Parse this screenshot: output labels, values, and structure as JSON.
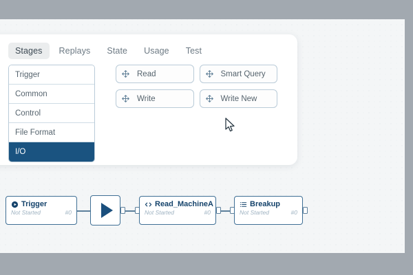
{
  "panel": {
    "tabs": [
      {
        "label": "Stages",
        "active": true
      },
      {
        "label": "Replays",
        "active": false
      },
      {
        "label": "State",
        "active": false
      },
      {
        "label": "Usage",
        "active": false
      },
      {
        "label": "Test",
        "active": false
      }
    ],
    "categories": [
      {
        "label": "Trigger",
        "selected": false
      },
      {
        "label": "Common",
        "selected": false
      },
      {
        "label": "Control",
        "selected": false
      },
      {
        "label": "File Format",
        "selected": false
      },
      {
        "label": "I/O",
        "selected": true
      }
    ],
    "stages": [
      {
        "label": "Read",
        "icon": "move-arrows-icon"
      },
      {
        "label": "Smart Query",
        "icon": "move-arrows-icon"
      },
      {
        "label": "Write",
        "icon": "move-arrows-icon"
      },
      {
        "label": "Write New",
        "icon": "move-arrows-icon"
      }
    ]
  },
  "flow": {
    "nodes": [
      {
        "title": "Trigger",
        "icon": "play-circle-icon",
        "status": "Not Started",
        "count": "#0"
      },
      {
        "title": "Read_MachineA",
        "icon": "code-brackets-icon",
        "status": "Not Started",
        "count": "#0"
      },
      {
        "title": "Breakup",
        "icon": "list-icon",
        "status": "Not Started",
        "count": "#0"
      }
    ],
    "run_button_icon": "play-triangle-icon"
  },
  "colors": {
    "accent_navy": "#1a5380",
    "node_border": "#3f6f95",
    "node_title": "#15436b",
    "muted_text": "#9fb3c2",
    "canvas_bg": "#f4f6f7",
    "letterbox": "#a2a9b0"
  },
  "cursor": {
    "icon": "mouse-pointer-icon"
  }
}
